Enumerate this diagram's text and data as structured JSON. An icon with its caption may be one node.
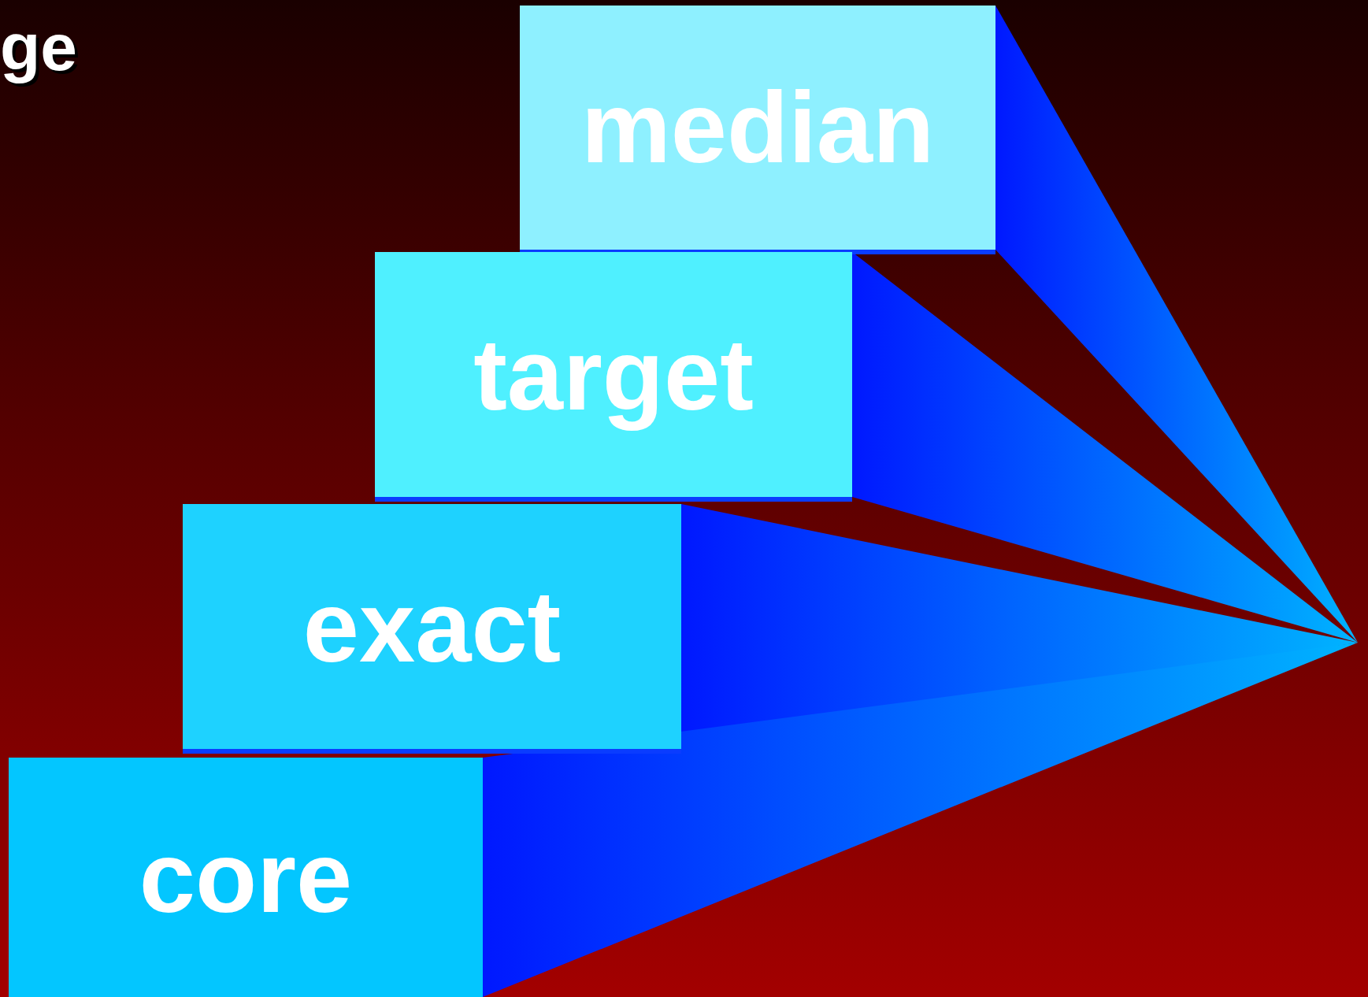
{
  "diagram": {
    "nodes": [
      {
        "text": [
          "median"
        ]
      },
      {
        "text": [
          "target"
        ]
      },
      {
        "text": [
          "exact"
        ]
      },
      {
        "text": [
          "core"
        ]
      }
    ],
    "labels": [
      "ge"
    ]
  }
}
